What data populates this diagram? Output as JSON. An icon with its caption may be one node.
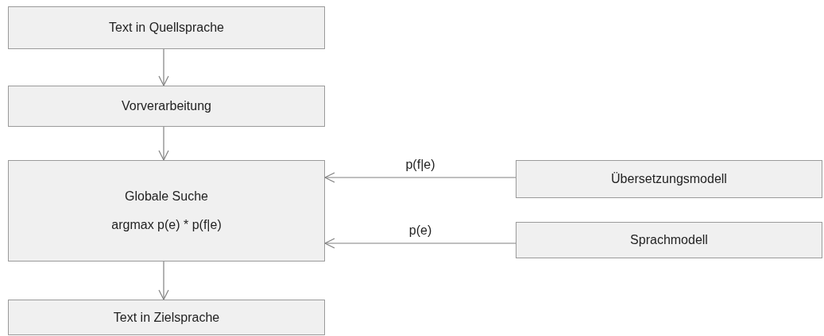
{
  "diagram": {
    "nodes": [
      {
        "text": [
          "Text in Quellsprache"
        ]
      },
      {
        "text": [
          "Vorverarbeitung"
        ]
      },
      {
        "text": [
          "Globale Suche",
          "argmax p(e) * p(f|e)"
        ]
      },
      {
        "text": [
          "Übersetzungsmodell"
        ]
      },
      {
        "text": [
          "Sprachmodell"
        ]
      },
      {
        "text": [
          "Text in Zielsprache"
        ]
      }
    ],
    "edges": [
      {
        "from": 0,
        "to": 1,
        "arrow": "to"
      },
      {
        "from": 1,
        "to": 2,
        "arrow": "to"
      },
      {
        "from": 3,
        "to": 2,
        "arrow": "to",
        "label": "p(f|e)"
      },
      {
        "from": 4,
        "to": 2,
        "arrow": "to",
        "label": "p(e)"
      },
      {
        "from": 2,
        "to": 5,
        "arrow": "to"
      }
    ]
  }
}
